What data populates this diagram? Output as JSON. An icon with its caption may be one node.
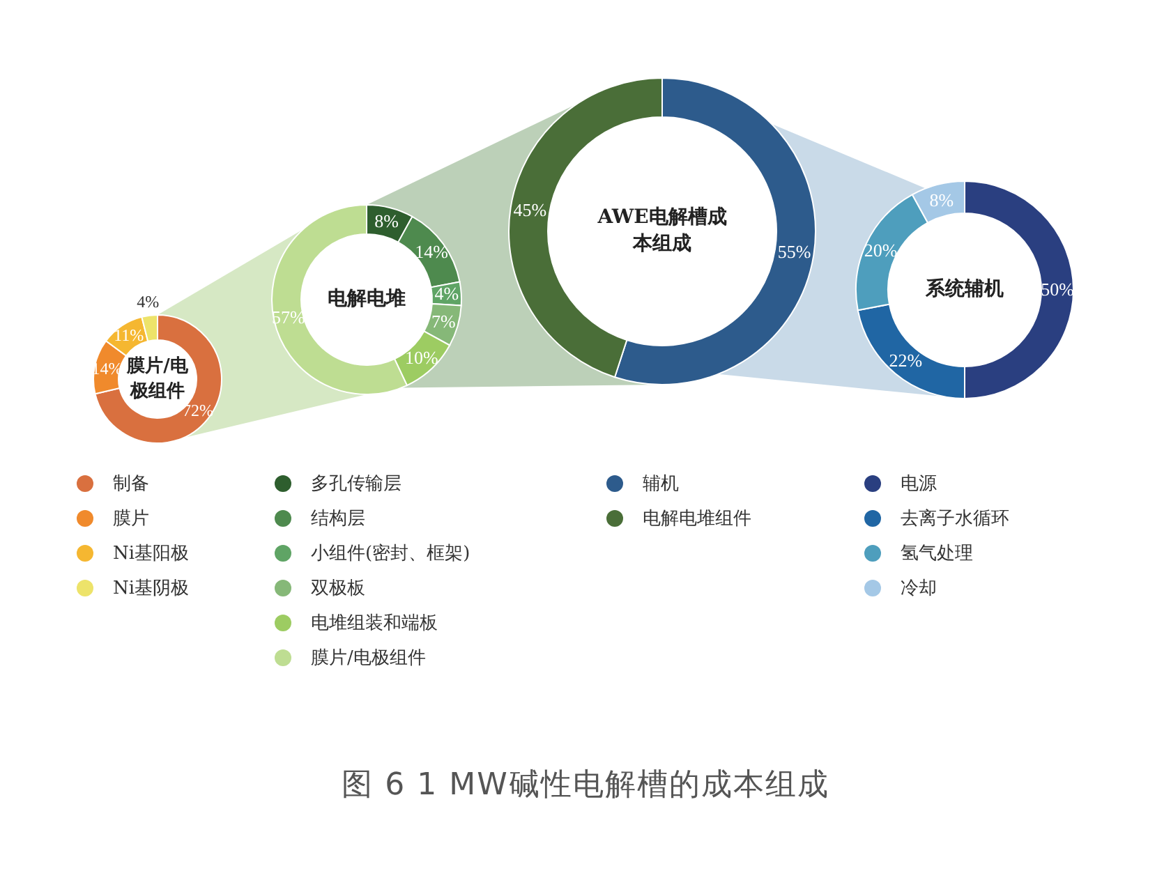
{
  "diagram": {
    "caption": "图 6 1 MW碱性电解槽的成本组成",
    "legend": [
      {
        "text": "制备",
        "color": "#d9703f"
      },
      {
        "text": "膜片",
        "color": "#f08a2c"
      },
      {
        "text": "Ni基阳极",
        "color": "#f5b731"
      },
      {
        "text": "Ni基阴极",
        "color": "#ede36a"
      },
      {
        "text": "多孔传输层",
        "color": "#2e5e2e"
      },
      {
        "text": "结构层",
        "color": "#4e8a4e"
      },
      {
        "text": "小组件(密封、框架)",
        "color": "#5fa465"
      },
      {
        "text": "双极板",
        "color": "#86b878"
      },
      {
        "text": "电堆组装和端板",
        "color": "#9dcc62"
      },
      {
        "text": "膜片/电极组件",
        "color": "#bedd92"
      },
      {
        "text": "辅机",
        "color": "#2d5b8c"
      },
      {
        "text": "电解电堆组件",
        "color": "#4a6e38"
      },
      {
        "text": "电源",
        "color": "#2a3f80"
      },
      {
        "text": "去离子水循环",
        "color": "#2066a4"
      },
      {
        "text": "氢气处理",
        "color": "#4e9ebd"
      },
      {
        "text": "冷却",
        "color": "#a4c8e6"
      }
    ],
    "chart_data": [
      {
        "type": "donut",
        "title": "膜片/电极组件",
        "values": [
          72,
          14,
          11,
          4
        ],
        "value_labels": [
          "72%",
          "14%",
          "11%",
          "4%"
        ]
      },
      {
        "type": "donut",
        "title": "电解电堆",
        "values": [
          8,
          14,
          4,
          7,
          10,
          57
        ],
        "value_labels": [
          "8%",
          "14%",
          "4%",
          "7%",
          "10%",
          "57%"
        ]
      },
      {
        "type": "donut",
        "title": "AWE电解槽成本组成",
        "values": [
          55,
          45
        ],
        "value_labels": [
          "55%",
          "45%"
        ]
      },
      {
        "type": "donut",
        "title": "系统辅机",
        "values": [
          50,
          22,
          20,
          8
        ],
        "value_labels": [
          "50%",
          "22%",
          "20%",
          "8%"
        ]
      }
    ]
  }
}
